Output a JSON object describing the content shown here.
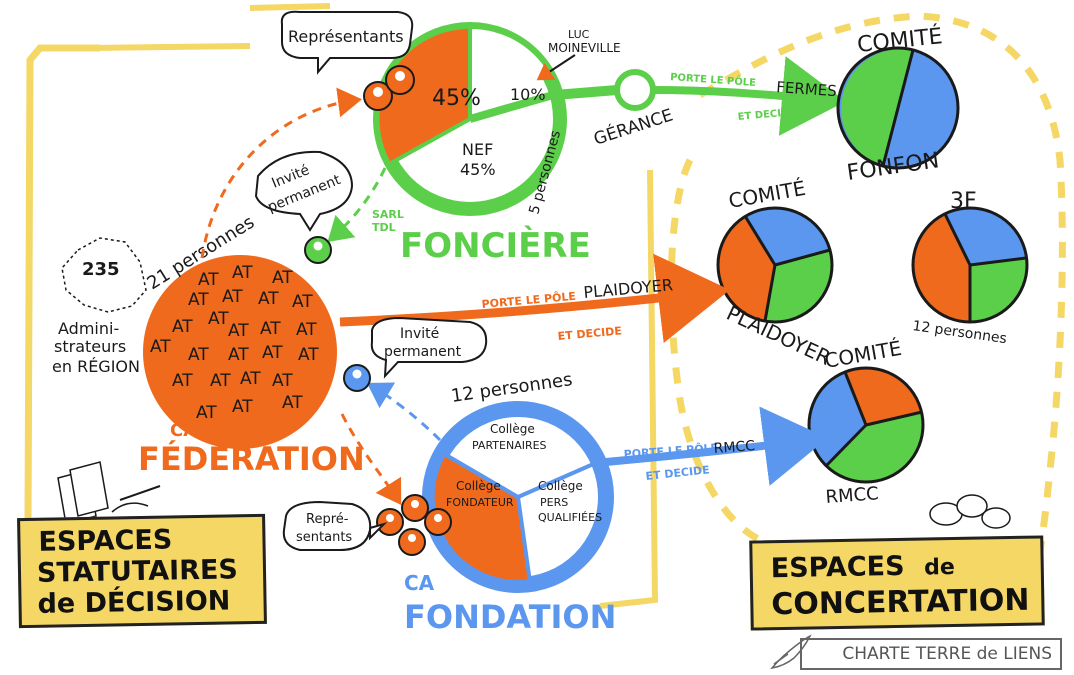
{
  "entities": {
    "fonciere": {
      "title": "FONCIÈRE",
      "subtitle_1": "SARL",
      "subtitle_2": "TDL",
      "share_orange": "45%",
      "share_small": "10%",
      "share_nef_name": "NEF",
      "share_nef": "45%",
      "members": "5 personnes"
    },
    "federation": {
      "title_1": "CA",
      "title_2": "FÉDÉRATION",
      "members": "21 personnes",
      "at": "AT",
      "region_count": "235",
      "region_1": "Admini-",
      "region_2": "strateurs",
      "region_3": "en RÉGION"
    },
    "fondation": {
      "title_1": "CA",
      "title_2": "FONDATION",
      "members": "12 personnes",
      "college_1a": "Collège",
      "college_1b": "PARTENAIRES",
      "college_2a": "Collège",
      "college_2b": "FONDATEUR",
      "college_3a": "Collège",
      "college_3b": "PERS",
      "college_3c": "QUALIFIÉES"
    },
    "gerance": {
      "label": "GÉRANCE",
      "person_1": "LUC",
      "person_2": "MOINEVILLE"
    }
  },
  "bubbles": {
    "representants_top": "Représentants",
    "invite_1a": "Invité",
    "invite_1b": "permanent",
    "invite_2a": "Invité",
    "invite_2b": "permanent",
    "representants_bottom_1": "Repré-",
    "representants_bottom_2": "sentants"
  },
  "links": {
    "fermes_1": "PORTE LE PÔLE",
    "fermes_2": "FERMES",
    "fermes_3": "ET DECIDE",
    "plaidoyer_1": "PORTE LE PÔLE",
    "plaidoyer_2": "PLAIDOYER",
    "plaidoyer_3": "ET DECIDE",
    "rmcc_1": "PORTE LE PÔLE",
    "rmcc_2": "RMCC",
    "rmcc_3": "ET DECIDE"
  },
  "committees": {
    "fonfon_top": "COMITÉ",
    "fonfon_bottom": "FONFON",
    "plaidoyer_top": "COMITÉ",
    "plaidoyer_bottom": "PLAIDOYER",
    "threef_top": "3F",
    "threef_members": "12 personnes",
    "rmcc_top": "COMITÉ",
    "rmcc_bottom": "RMCC"
  },
  "signs": {
    "left_1": "ESPACES",
    "left_2": "STATUTAIRES",
    "left_3": "de DÉCISION",
    "right_1": "ESPACES",
    "right_2": "de",
    "right_3": "CONCERTATION"
  },
  "credit": "CHARTE TERRE de LIENS",
  "colors": {
    "orange": "#ef6a1d",
    "green": "#5ccf4a",
    "blue": "#5b97ef",
    "yellow": "#f5d766",
    "ink": "#1a1a1a"
  }
}
